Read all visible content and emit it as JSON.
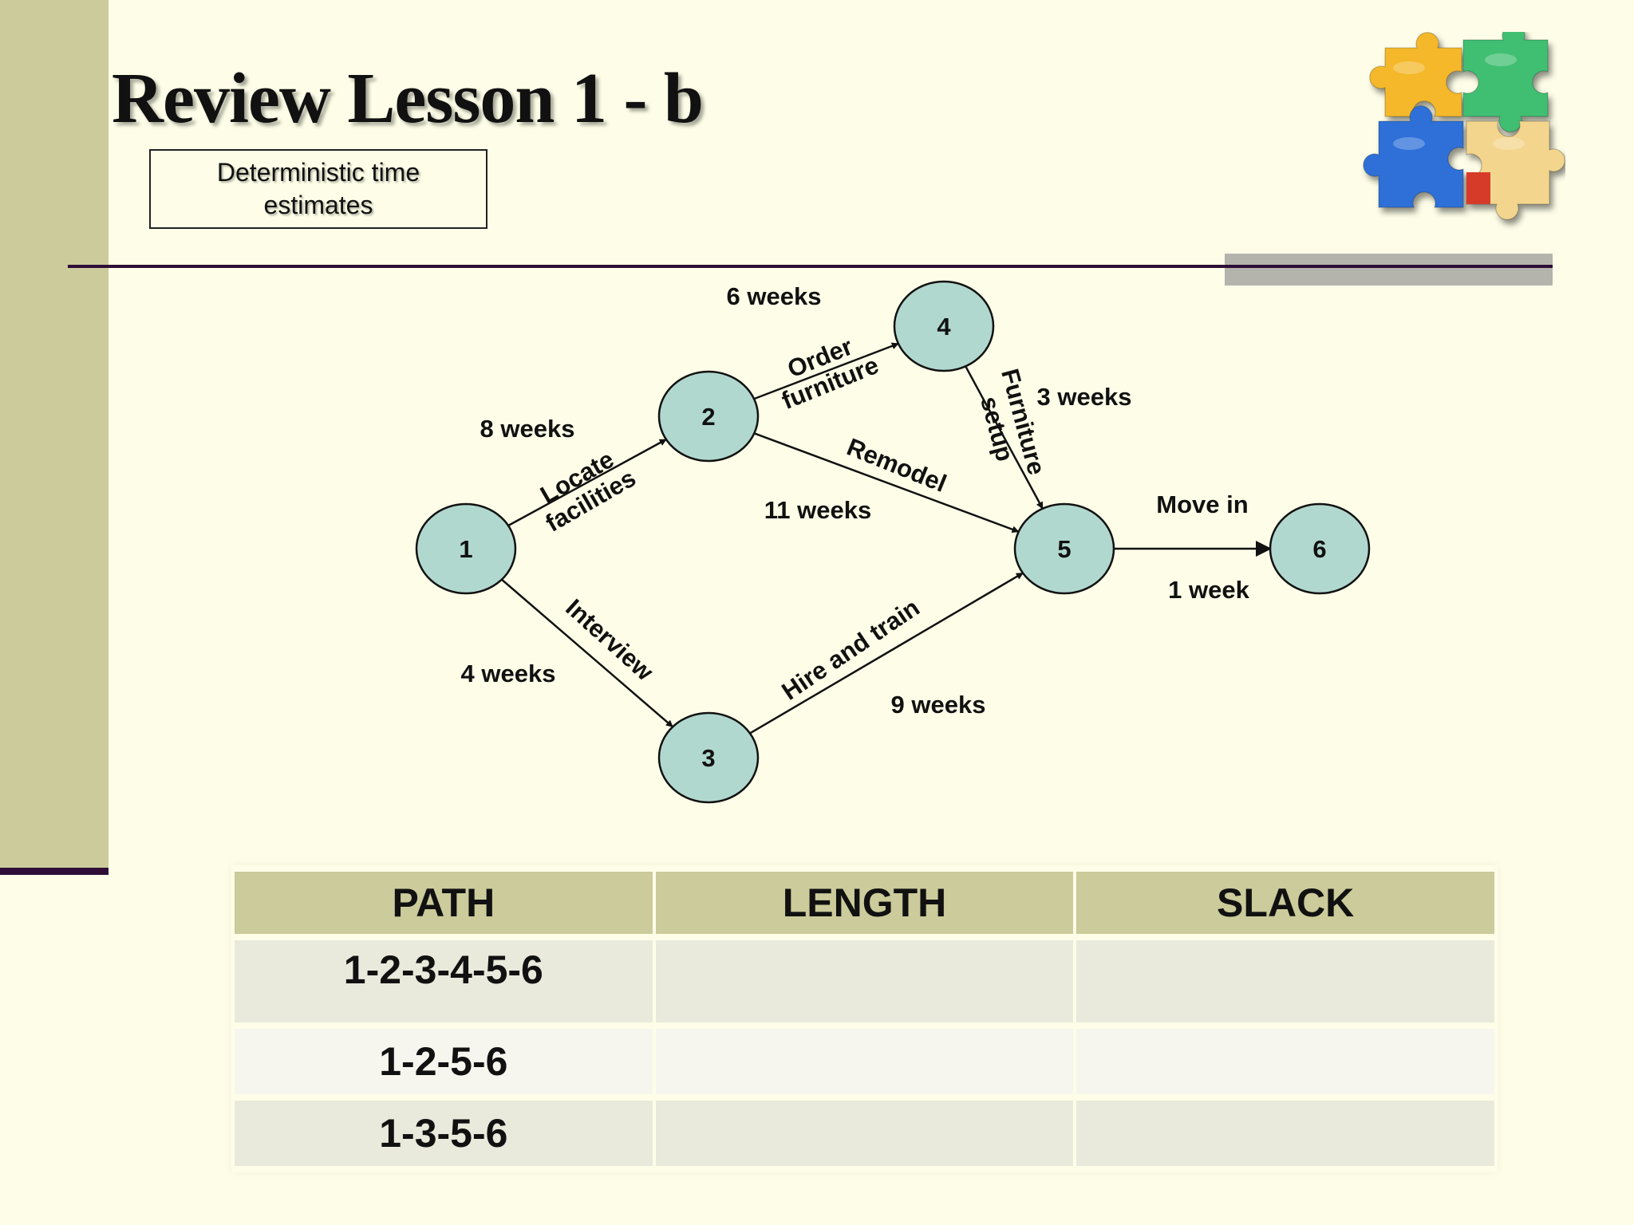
{
  "slide": {
    "title": "Review Lesson 1 - b",
    "box_label": "Deterministic time estimates"
  },
  "diagram": {
    "nodes": [
      {
        "id": "1",
        "label": "1"
      },
      {
        "id": "2",
        "label": "2"
      },
      {
        "id": "3",
        "label": "3"
      },
      {
        "id": "4",
        "label": "4"
      },
      {
        "id": "5",
        "label": "5"
      },
      {
        "id": "6",
        "label": "6"
      }
    ],
    "activities": [
      {
        "from": "1",
        "to": "2",
        "name_lines": [
          "Locate",
          "facilities"
        ],
        "duration": "8 weeks"
      },
      {
        "from": "1",
        "to": "3",
        "name_lines": [
          "Interview"
        ],
        "duration": "4 weeks"
      },
      {
        "from": "2",
        "to": "4",
        "name_lines": [
          "Order",
          "furniture"
        ],
        "duration": "6 weeks"
      },
      {
        "from": "2",
        "to": "5",
        "name_lines": [
          "Remodel"
        ],
        "duration": "11 weeks"
      },
      {
        "from": "4",
        "to": "5",
        "name_lines": [
          "Furniture",
          "setup"
        ],
        "duration": "3 weeks"
      },
      {
        "from": "3",
        "to": "5",
        "name_lines": [
          "Hire and train"
        ],
        "duration": "9 weeks"
      },
      {
        "from": "5",
        "to": "6",
        "name_lines": [
          "Move in"
        ],
        "duration": "1 week"
      }
    ],
    "colors": {
      "node_fill": "#b1d8cf",
      "stroke": "#111111"
    }
  },
  "table": {
    "headers": [
      "PATH",
      "LENGTH",
      "SLACK"
    ],
    "rows": [
      {
        "path": "1-2-3-4-5-6",
        "length": "",
        "slack": ""
      },
      {
        "path": "1-2-5-6",
        "length": "",
        "slack": ""
      },
      {
        "path": "1-3-5-6",
        "length": "",
        "slack": ""
      }
    ]
  },
  "colors": {
    "background": "#fefee8",
    "sidebar": "#cbcb9b",
    "rule": "#2e0e36",
    "table_header": "#cbcb9b"
  },
  "icons": {
    "clipart": "puzzle-pieces-icon"
  }
}
